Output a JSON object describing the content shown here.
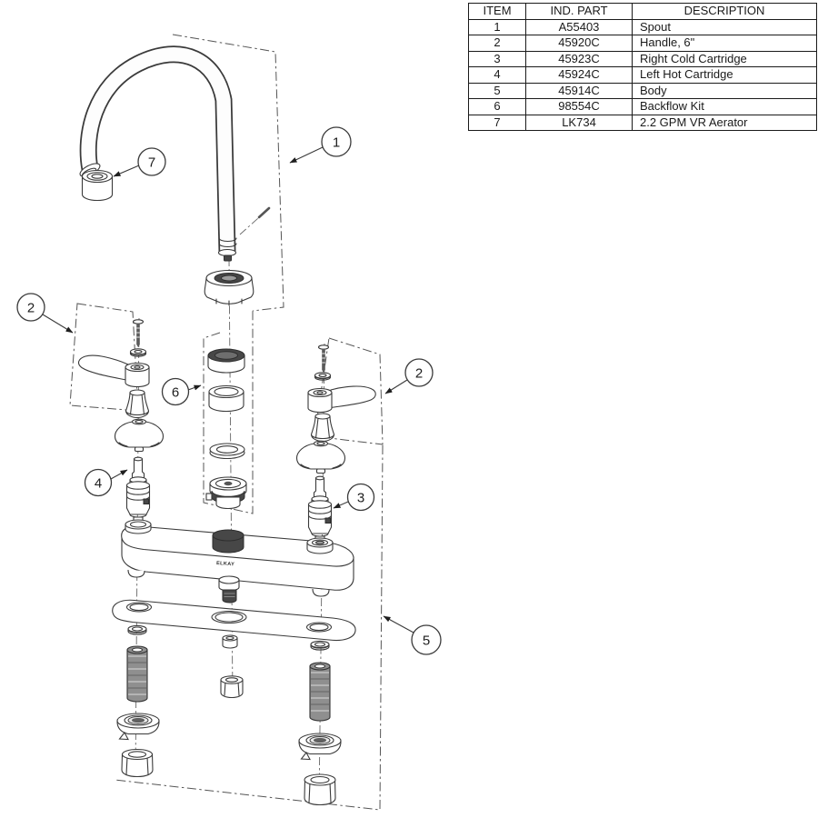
{
  "table": {
    "headers": [
      "ITEM",
      "IND. PART",
      "DESCRIPTION"
    ],
    "rows": [
      {
        "item": "1",
        "part": "A55403",
        "desc": "Spout"
      },
      {
        "item": "2",
        "part": "45920C",
        "desc": "Handle, 6\""
      },
      {
        "item": "3",
        "part": "45923C",
        "desc": "Right Cold Cartridge"
      },
      {
        "item": "4",
        "part": "45924C",
        "desc": "Left Hot Cartridge"
      },
      {
        "item": "5",
        "part": "45914C",
        "desc": "Body"
      },
      {
        "item": "6",
        "part": "98554C",
        "desc": "Backflow Kit"
      },
      {
        "item": "7",
        "part": "LK734",
        "desc": "2.2 GPM VR Aerator"
      }
    ]
  },
  "diagram": {
    "brand": "ELKAY",
    "colors": {
      "line": "#3a3a3a",
      "dark_fill": "#474747",
      "shank_fill": "#8f8f8f"
    },
    "callouts": {
      "c1": "1",
      "c2_left": "2",
      "c2_right": "2",
      "c3": "3",
      "c4": "4",
      "c5": "5",
      "c6": "6",
      "c7": "7"
    }
  }
}
